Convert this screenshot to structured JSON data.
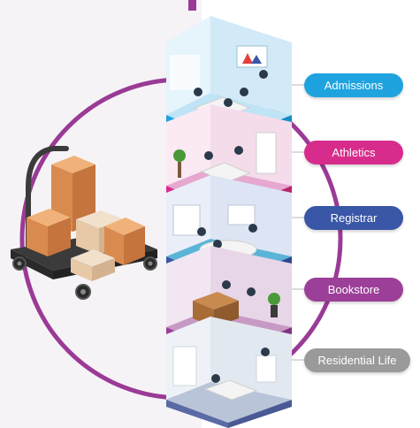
{
  "departments": [
    {
      "label": "Admissions",
      "color": "#1fa3df"
    },
    {
      "label": "Athletics",
      "color": "#d72c8c"
    },
    {
      "label": "Registrar",
      "color": "#3a56a7"
    },
    {
      "label": "Bookstore",
      "color": "#9c3f98"
    },
    {
      "label": "Residential Life",
      "color": "#9a9a9a"
    }
  ],
  "colors": {
    "ring": "#9a3a96",
    "box": "#d98b4f",
    "box_light": "#e7c9a7",
    "cart": "#3b3b3b"
  }
}
